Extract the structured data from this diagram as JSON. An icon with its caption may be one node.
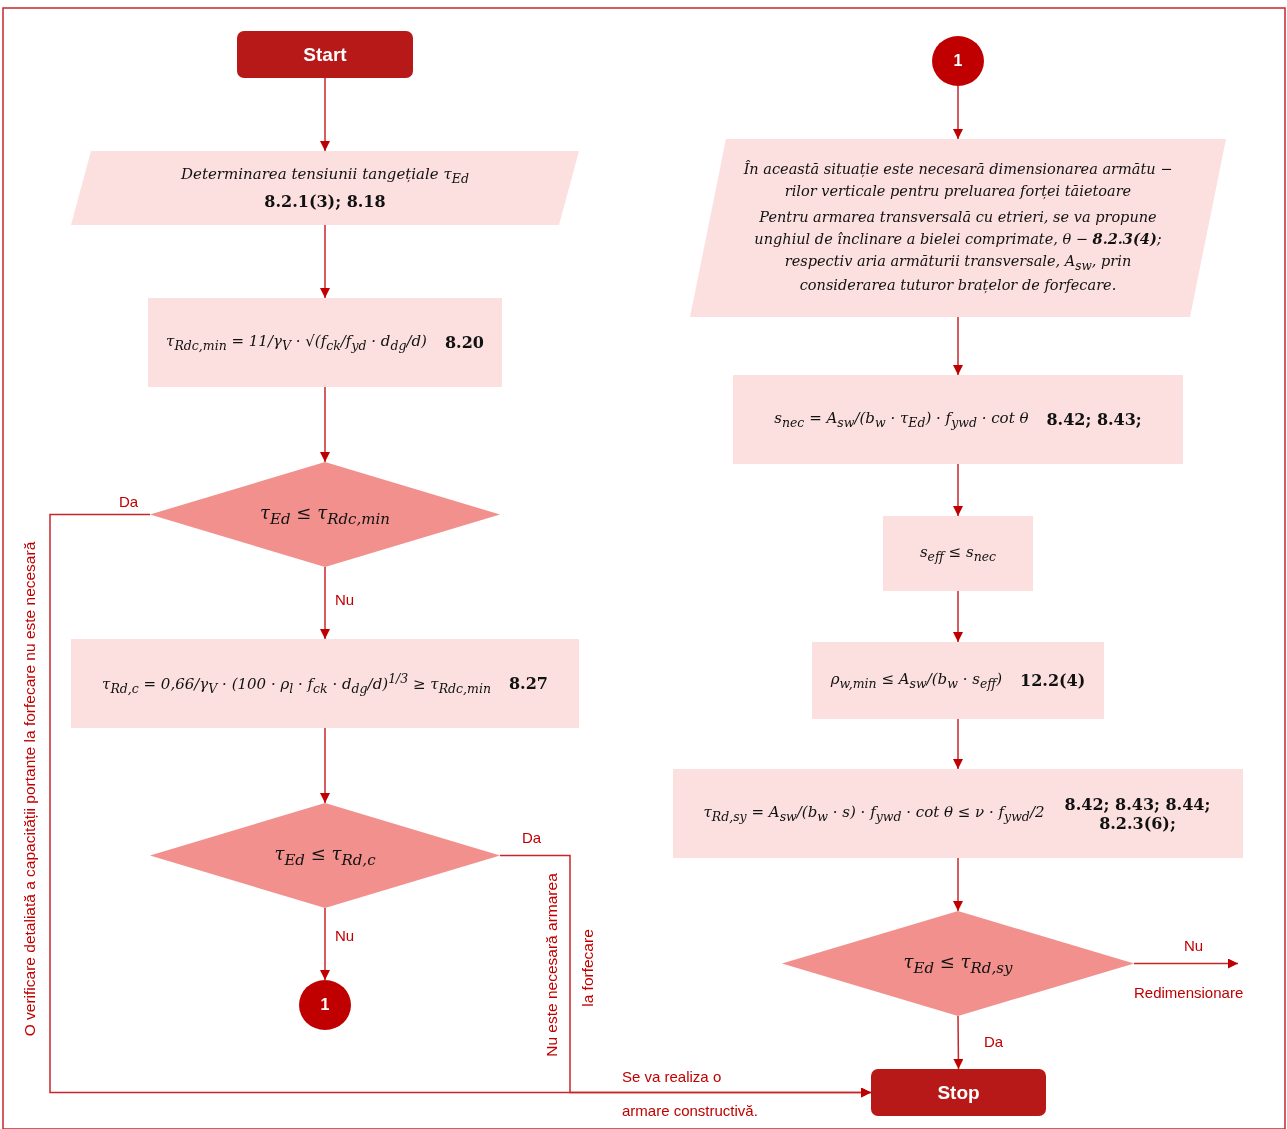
{
  "diagram": {
    "nodes": [
      {
        "text": [
          "Start"
        ]
      },
      {
        "text": [
          "Determinarea tensiunii tangețiale τ$_{Ed}$",
          "8.2.1(3); 8.18"
        ]
      },
      {
        "text": [
          "τ$_{Rdc,min}$ = 11/γ$_{V}$ · √(f$_{ck}$/f$_{yd}$ · d$_{dg}$/d)",
          "8.20"
        ]
      },
      {
        "text": [
          "τ$_{Ed}$ ≤ τ$_{Rdc,min}$"
        ]
      },
      {
        "text": [
          "τ$_{Rd,c}$ = 0,66/γ$_{V}$ · (100 · ρ$_{l}$ · f$_{ck}$ · d$_{dg}$/d)$^{1/3}$ ≥ τ$_{Rdc,min}$",
          "8.27"
        ]
      },
      {
        "text": [
          "τ$_{Ed}$ ≤ τ$_{Rd,c}$"
        ]
      },
      {
        "text": [
          "1"
        ]
      },
      {
        "text": [
          "1"
        ]
      },
      {
        "text": [
          "În această situație este necesară dimensionarea armătu − rilor verticale pentru preluarea forței tăietoare",
          "Pentru armarea transversală cu etrieri, se va propune unghiul de înclinare a bielei comprimate, θ − **8.2.3(4)**; respectiv aria armăturii transversale, A$_{sw}$, prin considerarea tuturor brațelor de forfecare."
        ]
      },
      {
        "text": [
          "s$_{nec}$ = A$_{sw}$/(b$_{w}$ · τ$_{Ed}$) · f$_{ywd}$ · cot θ",
          "8.42; 8.43;"
        ]
      },
      {
        "text": [
          "s$_{eff}$ ≤ s$_{nec}$"
        ]
      },
      {
        "text": [
          "ρ$_{w,min}$ ≤ A$_{sw}$/(b$_{w}$ · s$_{eff}$)",
          "12.2(4)"
        ]
      },
      {
        "text": [
          "τ$_{Rd,sy}$ = A$_{sw}$/(b$_{w}$ · s) · f$_{ywd}$ · cot θ ≤ ν · f$_{ywd}$/2",
          "8.42; 8.43; 8.44; 8.2.3(6);"
        ]
      },
      {
        "text": [
          "τ$_{Ed}$ ≤ τ$_{Rd,sy}$"
        ]
      },
      {
        "text": [
          "Stop"
        ]
      }
    ],
    "edges": [
      {
        "from": 0,
        "to": 1,
        "arrow": "to"
      },
      {
        "from": 1,
        "to": 2,
        "arrow": "to"
      },
      {
        "from": 2,
        "to": 3,
        "arrow": "to"
      },
      {
        "from": 3,
        "to": 4,
        "arrow": "to",
        "label": "Nu"
      },
      {
        "from": 4,
        "to": 5,
        "arrow": "to"
      },
      {
        "from": 5,
        "to": 6,
        "arrow": "to",
        "label": "Nu"
      },
      {
        "from": 7,
        "to": 8,
        "arrow": "to"
      },
      {
        "from": 8,
        "to": 9,
        "arrow": "to"
      },
      {
        "from": 9,
        "to": 10,
        "arrow": "to"
      },
      {
        "from": 10,
        "to": 11,
        "arrow": "to"
      },
      {
        "from": 11,
        "to": 12,
        "arrow": "to"
      },
      {
        "from": 12,
        "to": 13,
        "arrow": "to"
      },
      {
        "from": 13,
        "to": 14,
        "arrow": "to",
        "label": "Da"
      },
      {
        "from": 13,
        "to": null,
        "arrow": "to",
        "label": "Nu"
      },
      {
        "from": 3,
        "to": 14,
        "arrow": "to",
        "label": "Da"
      },
      {
        "from": 5,
        "to": 14,
        "arrow": "to",
        "label": "Da"
      }
    ],
    "labels": [
      "O verificare detaliată a capacității portante la forfecare nu este necesară",
      "Nu este necesară armarea",
      "la forfecare",
      "Redimensionare",
      "Se va realiza o",
      "armare constructivă."
    ]
  }
}
